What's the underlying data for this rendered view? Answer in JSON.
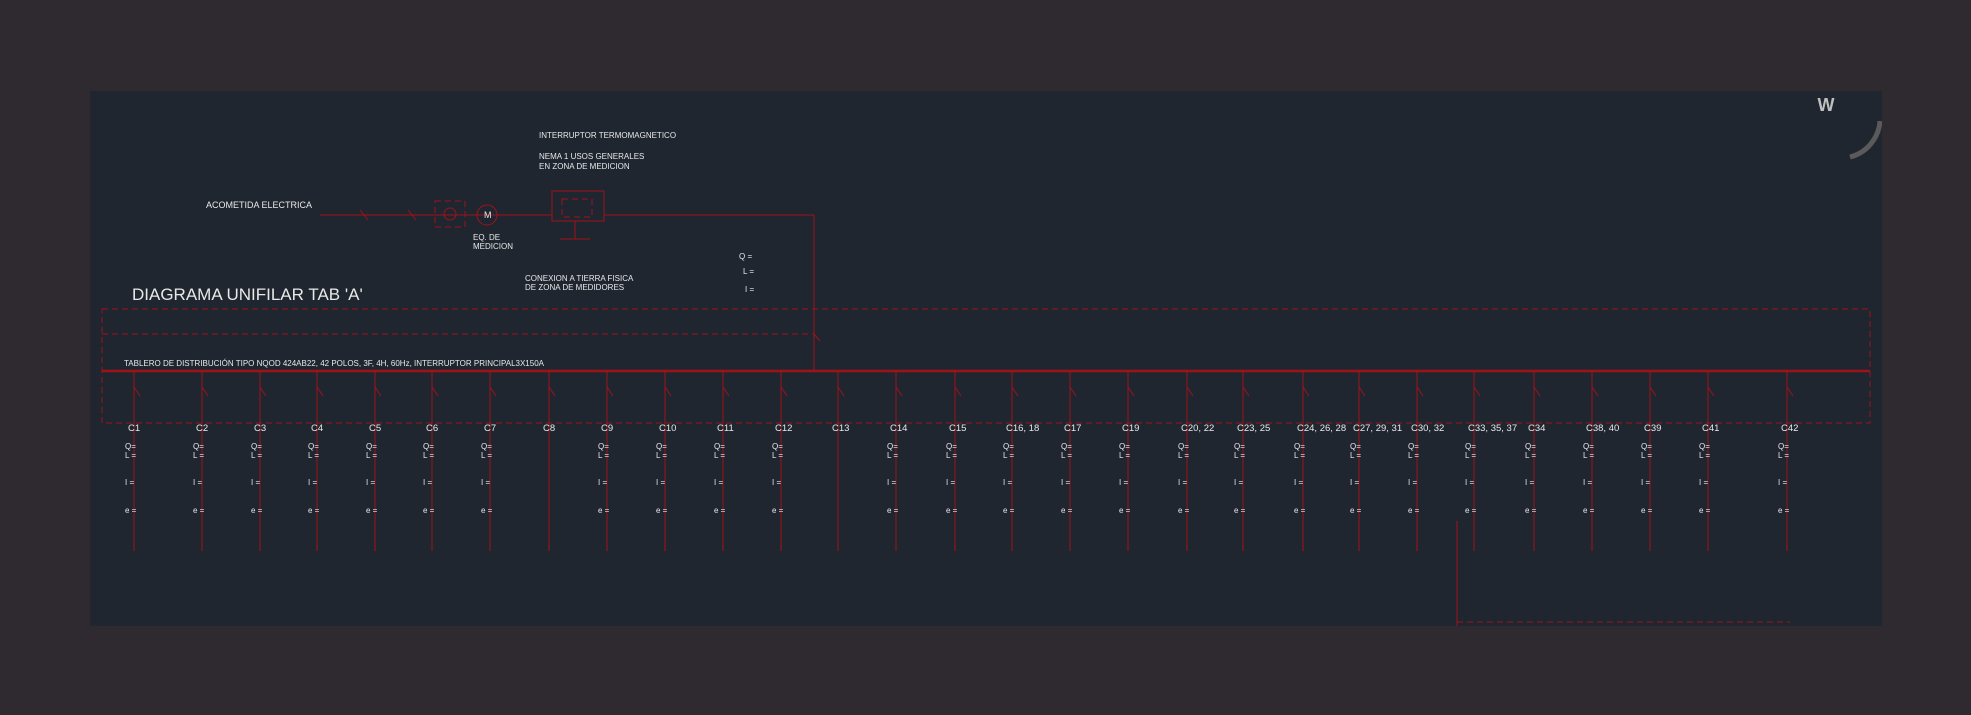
{
  "diagram": {
    "title": "DIAGRAMA UNIFILAR TAB 'A'",
    "breaker_title": "INTERRUPTOR TERMOMAGNETICO",
    "enclosure_line1": "NEMA 1 USOS GENERALES",
    "enclosure_line2": "EN ZONA DE MEDICION",
    "service_label": "ACOMETIDA ELECTRICA",
    "meter_symbol": "M",
    "meter_label_line1": "EQ. DE",
    "meter_label_line2": "MEDICION",
    "ground_line1": "CONEXION A TIERRA FISICA",
    "ground_line2": "DE ZONA DE MEDIDORES",
    "main_q": "Q =",
    "main_l": "L =",
    "main_i": "I =",
    "panel_label": "TABLERO DE DISTRIBUCIÓN TIPO NQOD 424AB22, 42 POLOS, 3F, 4H, 60Hz, INTERRUPTOR PRINCIPAL3X150A",
    "circuits": [
      {
        "label": "C1",
        "values": true
      },
      {
        "label": "C2",
        "values": true
      },
      {
        "label": "C3",
        "values": true
      },
      {
        "label": "C4",
        "values": true
      },
      {
        "label": "C5",
        "values": true
      },
      {
        "label": "C6",
        "values": true
      },
      {
        "label": "C7",
        "values": true
      },
      {
        "label": "C8",
        "values": false
      },
      {
        "label": "C9",
        "values": true
      },
      {
        "label": "C10",
        "values": true
      },
      {
        "label": "C11",
        "values": true
      },
      {
        "label": "C12",
        "values": true
      },
      {
        "label": "C13",
        "values": false
      },
      {
        "label": "C14",
        "values": true
      },
      {
        "label": "C15",
        "values": true
      },
      {
        "label": "C16, 18",
        "values": true
      },
      {
        "label": "C17",
        "values": true
      },
      {
        "label": "C19",
        "values": true
      },
      {
        "label": "C20, 22",
        "values": true
      },
      {
        "label": "C23, 25",
        "values": true
      },
      {
        "label": "C24, 26, 28",
        "values": true
      },
      {
        "label": "C27, 29, 31",
        "values": true
      },
      {
        "label": "C30, 32",
        "values": true
      },
      {
        "label": "C33, 35, 37",
        "values": true
      },
      {
        "label": "C34",
        "values": true
      },
      {
        "label": "C38, 40",
        "values": true
      },
      {
        "label": "C39",
        "values": true
      },
      {
        "label": "C41",
        "values": true
      },
      {
        "label": "C42",
        "values": true
      }
    ],
    "row_labels": {
      "q": "Q=",
      "l": "L =",
      "i": "I =",
      "e": "e ="
    }
  },
  "viewcube": {
    "letter": "W"
  },
  "colors": {
    "wire": "#a0121a",
    "text": "#e8e8e8",
    "background": "#1f2630",
    "frame": "#2f2a30"
  }
}
